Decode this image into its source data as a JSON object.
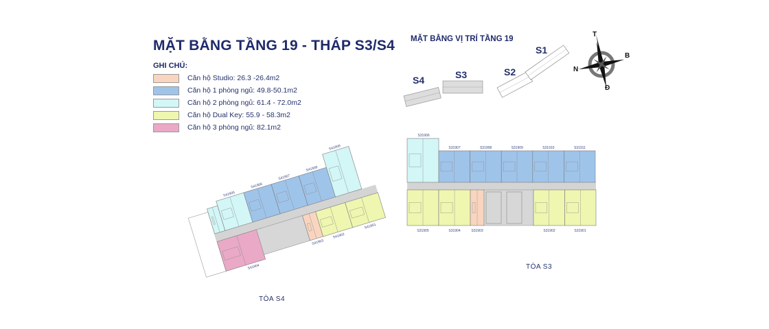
{
  "title": "MẶT BẰNG TẦNG 19 - THÁP S3/S4",
  "legend": {
    "title": "GHI CHÚ:",
    "items": [
      {
        "label": "Căn hộ Studio: 26.3 -26.4m2",
        "color": "#f9d5c0"
      },
      {
        "label": "Căn hộ 1 phòng ngủ: 49.8-50.1m2",
        "color": "#9fc4ea"
      },
      {
        "label": "Căn hộ 2 phòng ngủ: 61.4 - 72.0m2",
        "color": "#d3f6f6"
      },
      {
        "label": "Căn hộ Dual Key: 55.9 - 58.3m2",
        "color": "#eef6b0"
      },
      {
        "label": "Căn hộ 3 phòng ngủ: 82.1m2",
        "color": "#eaa9c6"
      }
    ]
  },
  "location_map": {
    "title": "MẶT BẰNG VỊ TRÍ TẦNG 19",
    "towers": [
      "S4",
      "S3",
      "S2",
      "S1"
    ]
  },
  "compass": {
    "north": "T",
    "east": "B",
    "west": "N",
    "south": "Đ"
  },
  "tower_s3": {
    "name": "TÒA S3",
    "top_units": [
      "S31906",
      "S31907",
      "S31908",
      "S31909",
      "S31910",
      "S31911"
    ],
    "bottom_units": [
      "S31905",
      "S31904",
      "S31903",
      "S31902",
      "S31901"
    ]
  },
  "tower_s4": {
    "name": "TÒA S4",
    "top_units": [
      "S41905",
      "S41906",
      "S41907",
      "S41908",
      "S41909"
    ],
    "bottom_units": [
      "S41904",
      "S41903",
      "S41902",
      "S41901"
    ]
  }
}
